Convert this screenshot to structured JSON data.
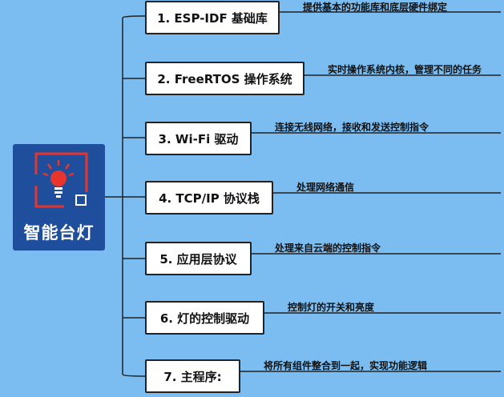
{
  "central_topic": {
    "label": "智能台灯",
    "colors": {
      "box": "#1f4f9c",
      "icon_red": "#e8342a",
      "bulb": "#e8342a"
    }
  },
  "topics": [
    {
      "label": "1. ESP-IDF 基础库",
      "note": "提供基本的功能库和底层硬件绑定"
    },
    {
      "label": "2. FreeRTOS 操作系统",
      "note": "实时操作系统内核，管理不同的任务"
    },
    {
      "label": "3. Wi-Fi 驱动",
      "note": "连接无线网络，接收和发送控制指令"
    },
    {
      "label": "4. TCP/IP 协议栈",
      "note": "处理网络通信"
    },
    {
      "label": "5. 应用层协议",
      "note": "处理来自云端的控制指令"
    },
    {
      "label": "6. 灯的控制驱动",
      "note": "控制灯的开关和亮度"
    },
    {
      "label": "7. 主程序:",
      "note": "将所有组件整合到一起，实现功能逻辑"
    }
  ],
  "colors": {
    "background": "#7bbdf0",
    "line": "#222222"
  }
}
